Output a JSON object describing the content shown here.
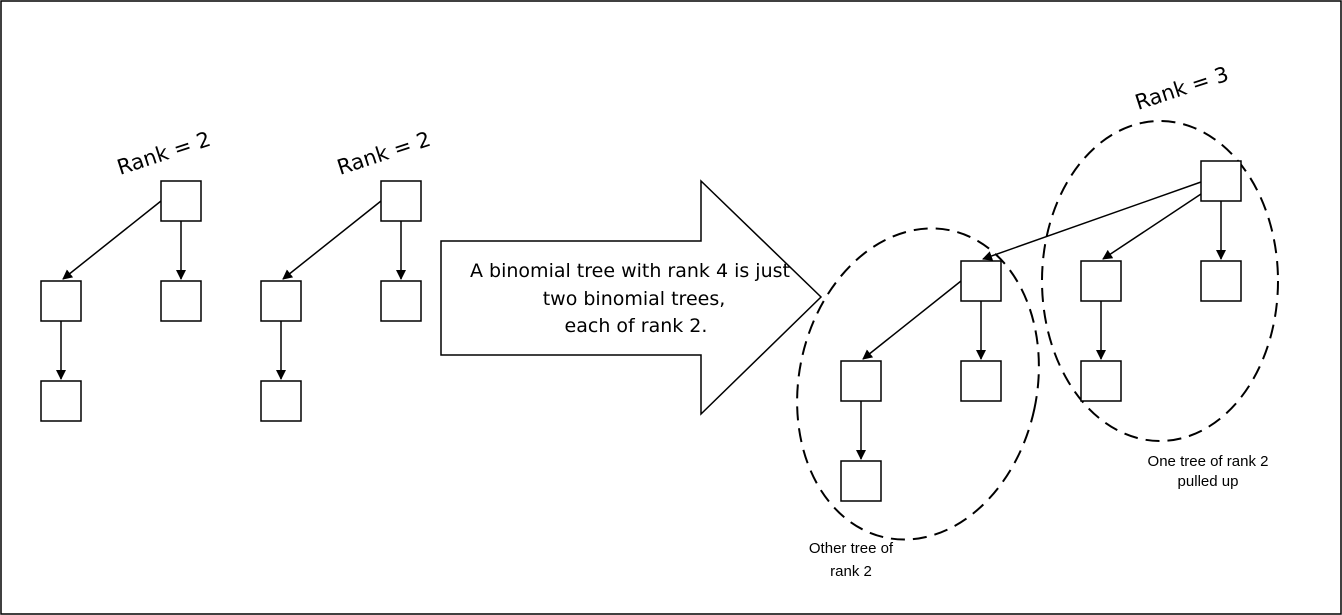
{
  "labels": {
    "rank_left_1": "Rank = 2",
    "rank_left_2": "Rank = 2",
    "rank_right": "Rank = 3"
  },
  "arrow_text": {
    "line1": "A binomial tree with rank 4 is just",
    "line2": "two binomial trees,",
    "line3": "each of rank 2."
  },
  "captions": {
    "other_line1": "Other tree of",
    "other_line2": "rank 2",
    "one_line1": "One tree of rank 2",
    "one_line2": "pulled up"
  },
  "colors": {
    "stroke": "#000000",
    "background": "#ffffff"
  }
}
